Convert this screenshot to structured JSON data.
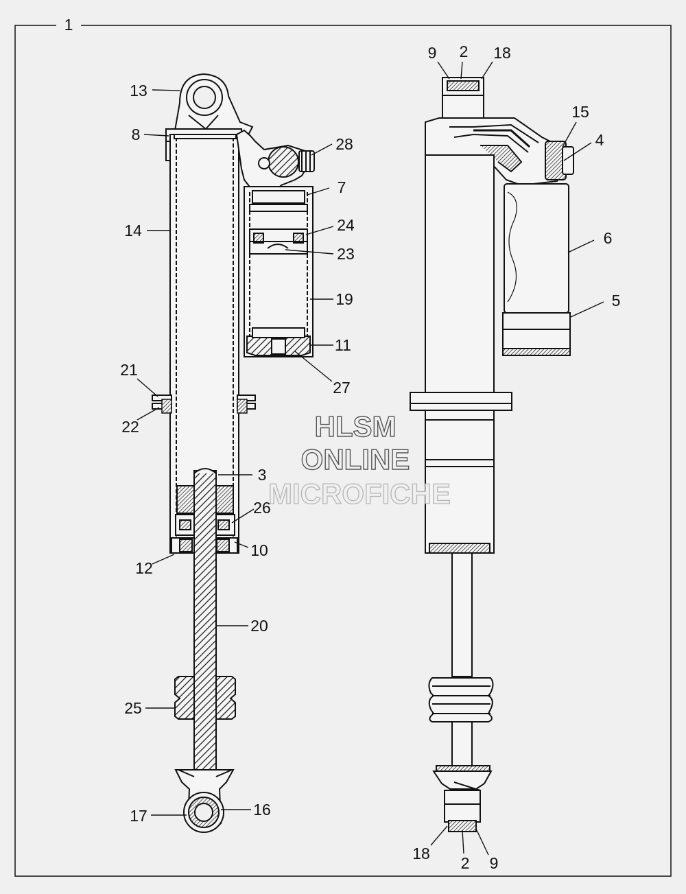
{
  "colors": {
    "background": "#f0f0f0",
    "line": "#111111",
    "part_fill": "#f5f5f5",
    "shade_fill": "#d8d8d8",
    "watermark_outline": "#555555"
  },
  "watermark": {
    "line1": "HLSM",
    "line2": "ONLINE",
    "line3": "MICROFICHE"
  },
  "callouts": {
    "c1": "1",
    "left": {
      "c13": "13",
      "c8": "8",
      "c28": "28",
      "c7": "7",
      "c14": "14",
      "c24": "24",
      "c23": "23",
      "c19": "19",
      "c11": "11",
      "c27": "27",
      "c21": "21",
      "c22": "22",
      "c3": "3",
      "c26": "26",
      "c10": "10",
      "c12": "12",
      "c20": "20",
      "c25": "25",
      "c17": "17",
      "c16": "16"
    },
    "right": {
      "c9_top": "9",
      "c2_top": "2",
      "c18_top": "18",
      "c15": "15",
      "c4": "4",
      "c6": "6",
      "c5": "5",
      "c18_bottom": "18",
      "c2_bottom": "2",
      "c9_bottom": "9"
    }
  }
}
